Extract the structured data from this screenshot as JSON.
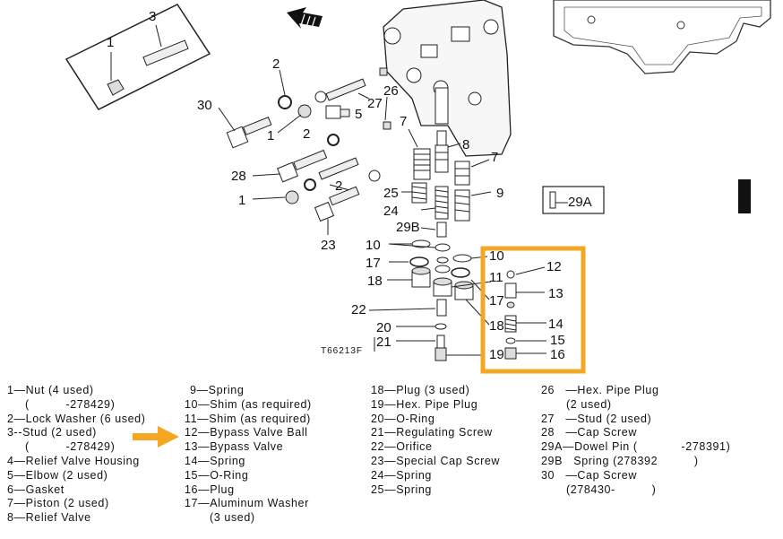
{
  "labels": {
    "c1": "1",
    "c3": "3",
    "c2a": "2",
    "c30": "30",
    "c1b": "1",
    "c2b": "2",
    "c5": "5",
    "c27": "27",
    "c26": "26",
    "c7a": "7",
    "c8": "8",
    "c7b": "7",
    "c28": "28",
    "c2c": "2",
    "c1c": "1",
    "c25": "25",
    "c24": "24",
    "c9": "9",
    "c23": "23",
    "c29b": "29B",
    "c29a": "29A",
    "c10a": "10",
    "c10b": "10",
    "c17a": "17",
    "c11": "11",
    "c12": "12",
    "c18a": "18",
    "c17b": "17",
    "c13": "13",
    "c22": "22",
    "c18b": "18",
    "c14": "14",
    "c20": "20",
    "c15": "15",
    "c21": "21",
    "c19": "19",
    "c16": "16",
    "fig": "T66213F"
  },
  "legend": {
    "col1": [
      "1—Nut (4 used)",
      "(          -278429)",
      "2—Lock Washer (6 used)",
      "3--Stud (2 used)",
      "(          -278429)",
      "4—Relief Valve Housing",
      "5—Elbow (2 used)",
      "6—Gasket",
      "7—Piston (2 used)",
      "8—Relief Valve"
    ],
    "col2": [
      "9—Spring",
      "10—Shim (as required)",
      "11—Shim (as required)",
      "12—Bypass Valve Ball",
      "13—Bypass Valve",
      "14—Spring",
      "15—O-Ring",
      "16—Plug",
      "17—Aluminum Washer",
      "(3 used)"
    ],
    "col3": [
      "18—Plug (3 used)",
      "19—Hex. Pipe Plug",
      "20—O-Ring",
      "21—Regulating Screw",
      "22—Orifice",
      "23—Special Cap Screw",
      "24—Spring",
      "25—Spring"
    ],
    "col4": [
      "26   —Hex. Pipe Plug",
      "(2 used)",
      "27   —Stud (2 used)",
      "28   —Cap Screw",
      "29A—Dowel Pin (            -278391)",
      "29B   Spring (278392          )",
      "30   —Cap Screw",
      "(278430-          )"
    ]
  },
  "colors": {
    "highlight": "#f5a623",
    "ink": "#111111"
  },
  "icons": {
    "callout_arrow": "orange-arrow-icon",
    "direction_arrow": "hatched-arrow-icon"
  }
}
